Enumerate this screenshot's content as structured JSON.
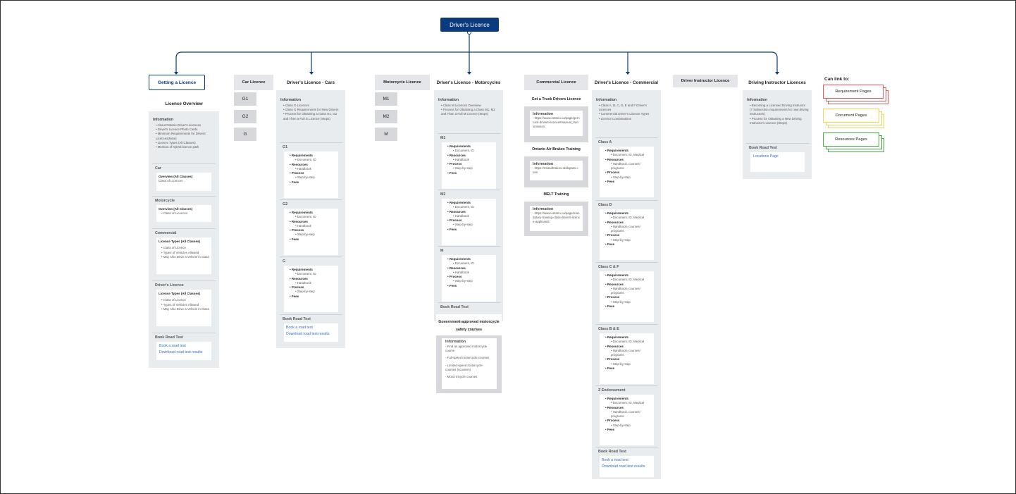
{
  "root": "Driver's Licence",
  "legend": {
    "title": "Can link to:",
    "items": [
      "Requirement Pages",
      "Document Pages",
      "Resources Pages"
    ],
    "colors": [
      "#e55353",
      "#f2d35a",
      "#3fae3f"
    ]
  },
  "getting": {
    "header": "Getting a Licence",
    "overview": "Licence Overview",
    "info_title": "Information",
    "info": [
      "About Ontario Driver's Licences",
      "Driver's Licence Photo Cards",
      "Minimum Requirements for Drivers' Licences(Note)",
      "Licence Types (All Classes)",
      "Mention of hybrid licence path"
    ],
    "car": {
      "title": "Car",
      "l1": "Overview (All Classes)",
      "l2": "Class of Licences"
    },
    "moto": {
      "title": "Motorcycle",
      "l1": "Overview (All Classes)",
      "l2": "Class of Licences"
    },
    "comm": {
      "title": "Commercial",
      "l1": "Licence Types (All Classes)",
      "items": [
        "Class of Licence",
        "Types of Vehicles Allowed",
        "May Also Drive a Vehicle in Class"
      ]
    },
    "dl": {
      "title": "Driver's Licence",
      "l1": "Licence Types (All Classes)",
      "items": [
        "Class of Licence",
        "Types of Vehicles Allowed",
        "May Also Drive a Vehicle in Class"
      ]
    },
    "road": {
      "title": "Book Road Test",
      "links": [
        "Book a road test",
        "Download road test results"
      ]
    }
  },
  "car": {
    "tag": "Car Licence",
    "levels": [
      "G1",
      "G2",
      "G"
    ],
    "header": "Driver's Licence - Cars",
    "info_title": "Information",
    "info": [
      "Class G Licences",
      "Class G Requirements for New Drivers",
      "Process for Obtaining a Class G1, G2 and Then a Full G Licence (Steps)"
    ],
    "classes": [
      "G1",
      "G2",
      "G"
    ],
    "road": {
      "title": "Book Road Test",
      "links": [
        "Book a road test",
        "Download road test results"
      ]
    }
  },
  "moto": {
    "tag": "Motorcycle Licence",
    "levels": [
      "M1",
      "M2",
      "M"
    ],
    "header": "Driver's Licence - Motorcycles",
    "info_title": "Information",
    "info": [
      "Class M Licences Overview",
      "Process for Obtaining a Class M1, M2 and Then a Full M Licence (Steps)"
    ],
    "classes": [
      "M1",
      "M2",
      "M"
    ],
    "road": {
      "title": "Book Road Test"
    },
    "gov": {
      "title": "Government-approved motorcycle safety courses",
      "info_title": "Information",
      "items": [
        "- Find an approved motorcycle course",
        "- Full-speed motorcycle courses",
        "- Limited-speed motorcycle courses (scooters)",
        "- Motor tricycle courses"
      ]
    }
  },
  "commercial": {
    "tag": "Commercial Licence",
    "header": "Driver's Licence - Commercial",
    "info_title": "Information",
    "info": [
      "Class A, B, C, D, E and F Driver's Licences",
      "Commercial Driver's Licence Types",
      "Licence Combinations"
    ],
    "truck": {
      "title": "Get a Truck Drivers Licence",
      "info_title": "Information",
      "text": "- https://www.ontario.ca/page/get-truck-drivers-licence#manual_transmission"
    },
    "air": {
      "title": "Ontario Air Brakes Training",
      "info_title": "Information",
      "text": "- https://mtoairbrakes.skillspass.com/"
    },
    "melt": {
      "title": "MELT Training",
      "info_title": "Information",
      "text": "- https://www.ontario.ca/page/mandatory-training-class-drivers-licence-applicants"
    },
    "classes": [
      "Class A",
      "Class D",
      "Class C & F",
      "Class B & E",
      "Z Endorsement"
    ],
    "road": {
      "title": "Book Road Test",
      "links": [
        "Book a road test",
        "Download road test results"
      ]
    }
  },
  "instructor": {
    "tag": "Driver Instructor Licence",
    "header": "Driving Instructor Licences",
    "info_title": "Information",
    "info": [
      "Becoming a Licensed Driving Instructor (7 Subsection requirements for new driving instructors)",
      "Process for Obtaining a New Driving Instructor's Licence (Steps)"
    ],
    "road": {
      "title": "Book Road Test",
      "links": [
        "Locations Page"
      ]
    }
  },
  "sub": {
    "req": "Requirements",
    "doc": "Document, ID",
    "docm": "Document, ID, Medical",
    "res": "Resources",
    "hb": "Handbook",
    "hbc": "Handbook, courses/ programs",
    "proc": "Process",
    "step": "Step-by-step",
    "fees": "Fees"
  }
}
